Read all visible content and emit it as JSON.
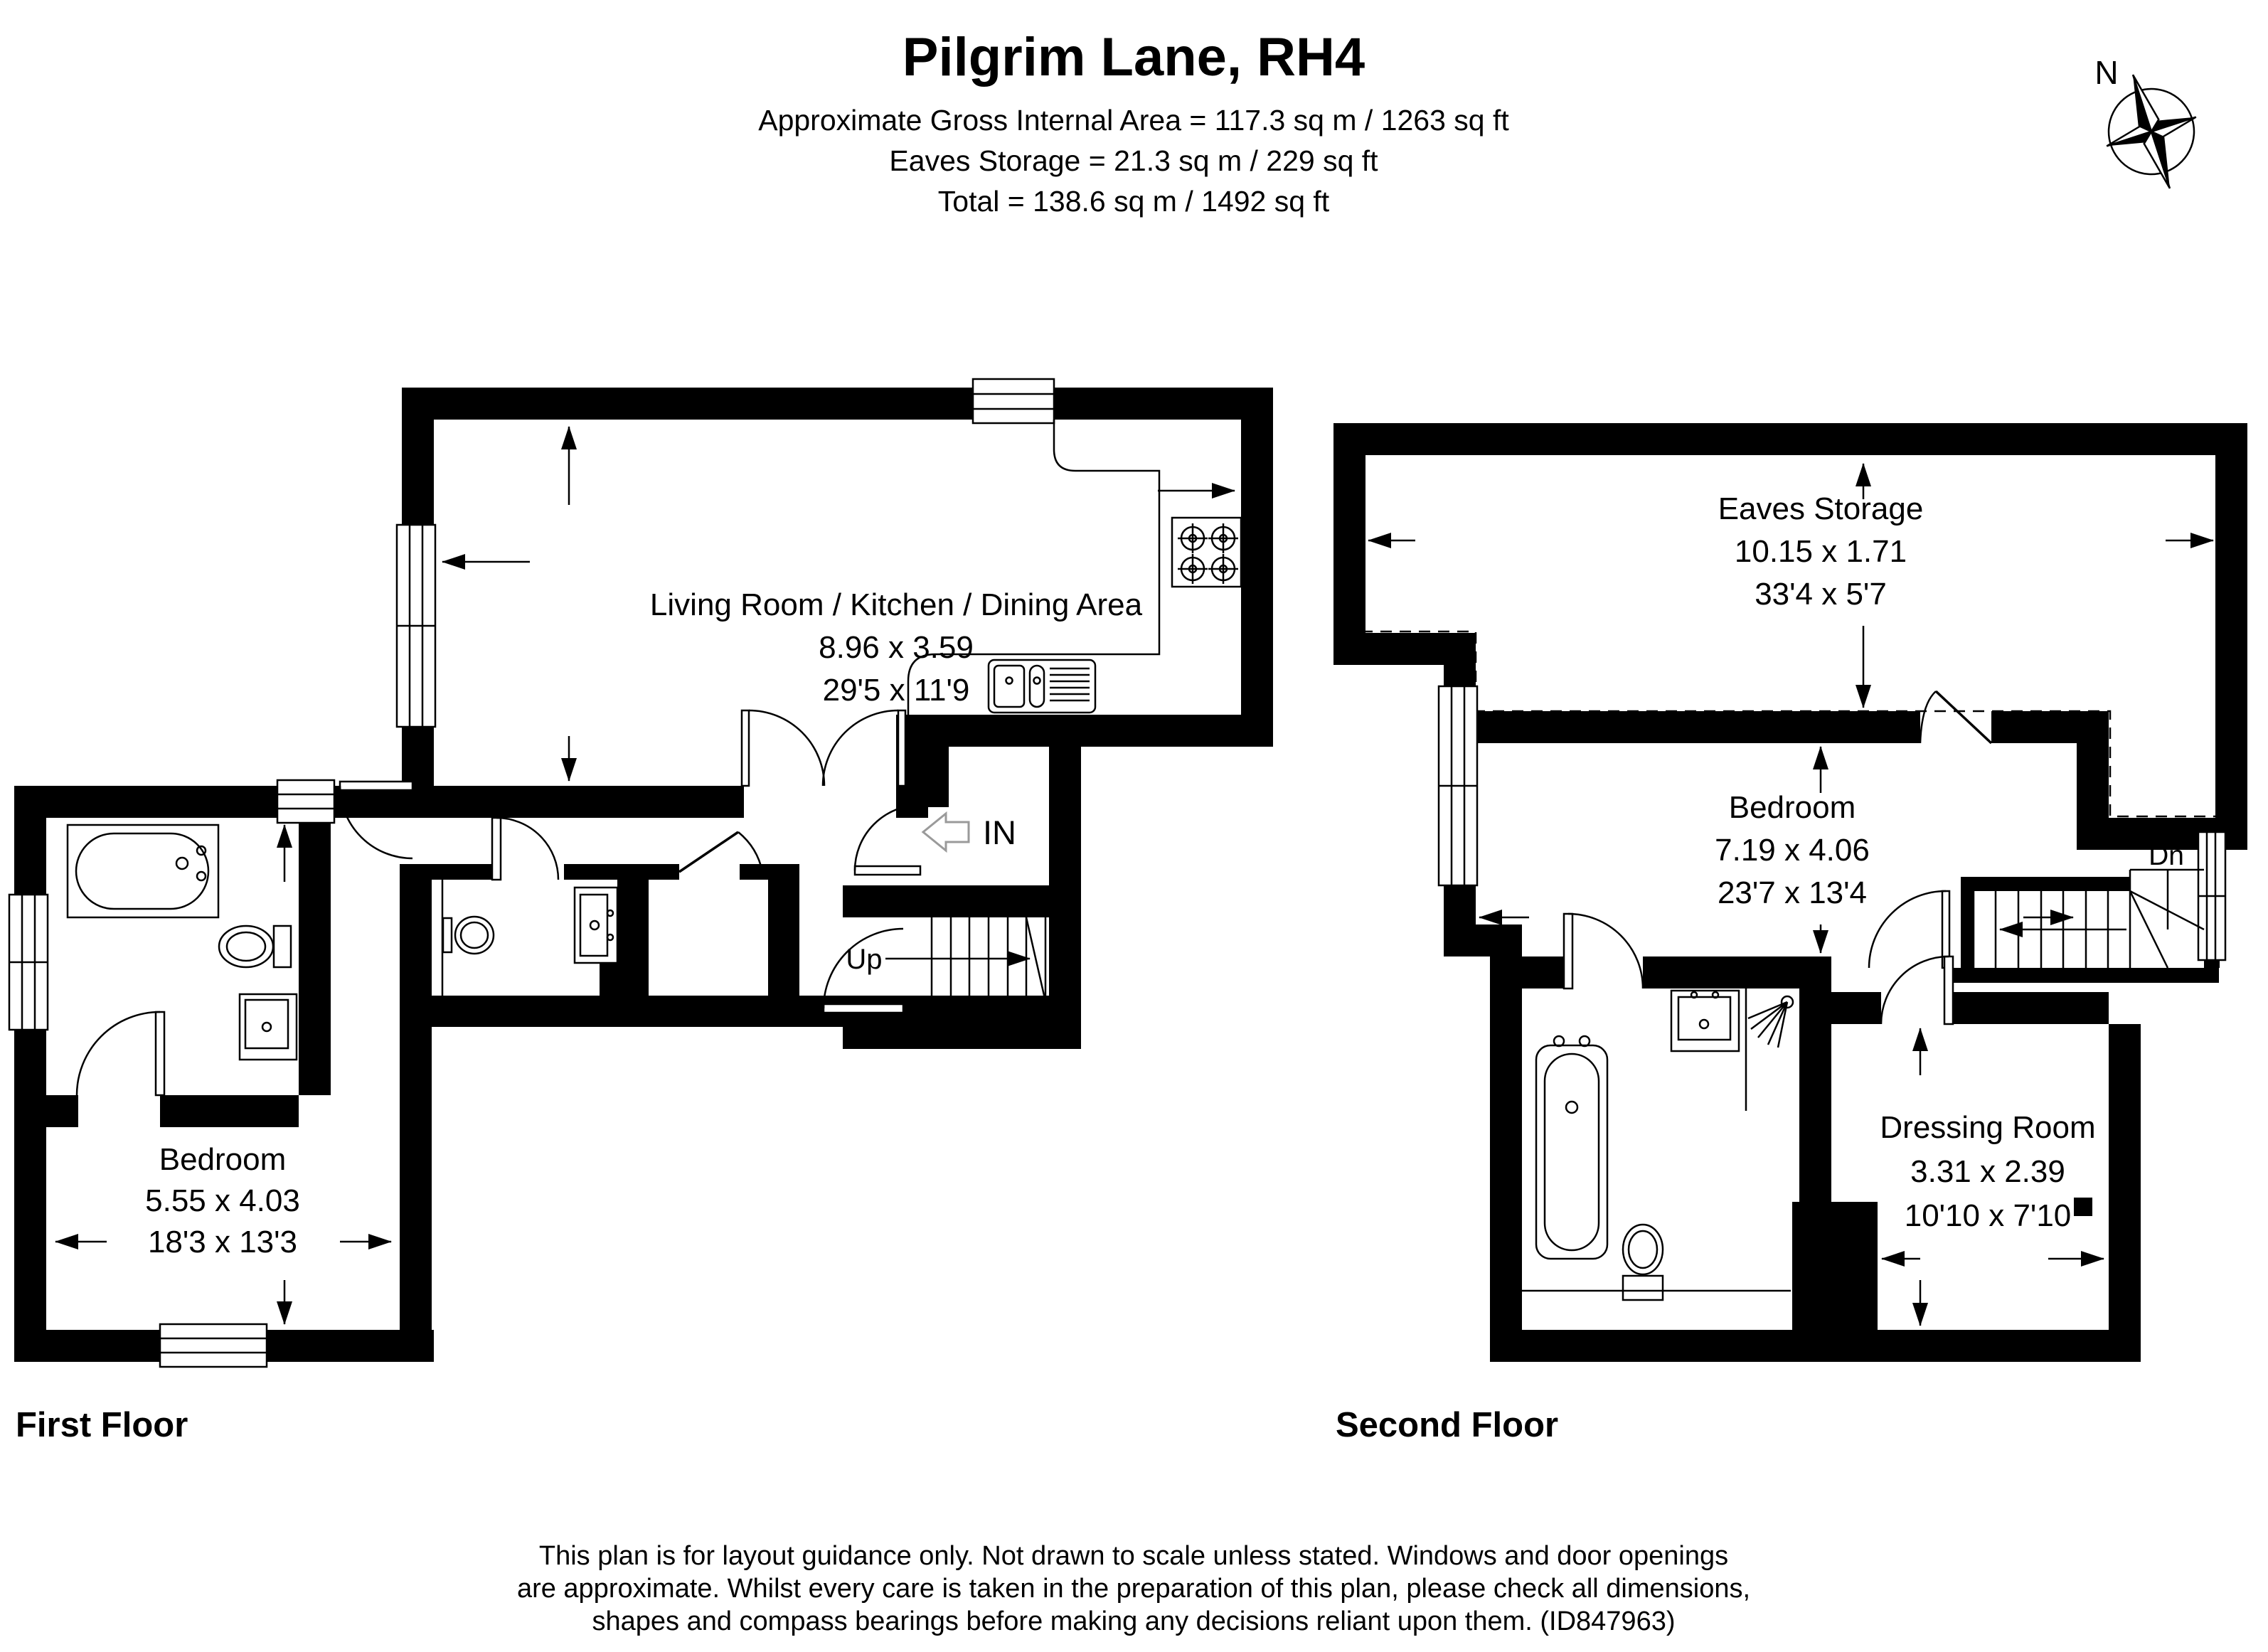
{
  "header": {
    "title": "Pilgrim Lane, RH4",
    "area_line": "Approximate Gross Internal Area = 117.3 sq m / 1263 sq ft",
    "eaves_line": "Eaves Storage = 21.3 sq m / 229 sq ft",
    "total_line": "Total = 138.6 sq m / 1492 sq ft"
  },
  "compass": {
    "north_label": "N"
  },
  "first_floor": {
    "label": "First Floor",
    "living": {
      "name": "Living Room / Kitchen / Dining Area",
      "metric": "8.96 x 3.59",
      "imperial": "29'5 x 11'9"
    },
    "bedroom": {
      "name": "Bedroom",
      "metric": "5.55 x 4.03",
      "imperial": "18'3 x 13'3"
    },
    "stairs_label": "Up",
    "entrance_label": "IN"
  },
  "second_floor": {
    "label": "Second Floor",
    "eaves": {
      "name": "Eaves Storage",
      "metric": "10.15 x 1.71",
      "imperial": "33'4 x 5'7"
    },
    "bedroom": {
      "name": "Bedroom",
      "metric": "7.19 x 4.06",
      "imperial": "23'7 x 13'4"
    },
    "dressing": {
      "name": "Dressing Room",
      "metric": "3.31 x 2.39",
      "imperial": "10'10 x 7'10"
    },
    "stairs_label": "Dn"
  },
  "footer": {
    "line1": "This plan is for layout guidance only. Not drawn to scale unless stated. Windows and door openings",
    "line2": "are approximate. Whilst every care is taken in the preparation of this plan, please check all dimensions,",
    "line3": "shapes and compass bearings before making any decisions reliant upon them. (ID847963)"
  },
  "colors": {
    "ink": "#000000",
    "paper": "#ffffff"
  }
}
